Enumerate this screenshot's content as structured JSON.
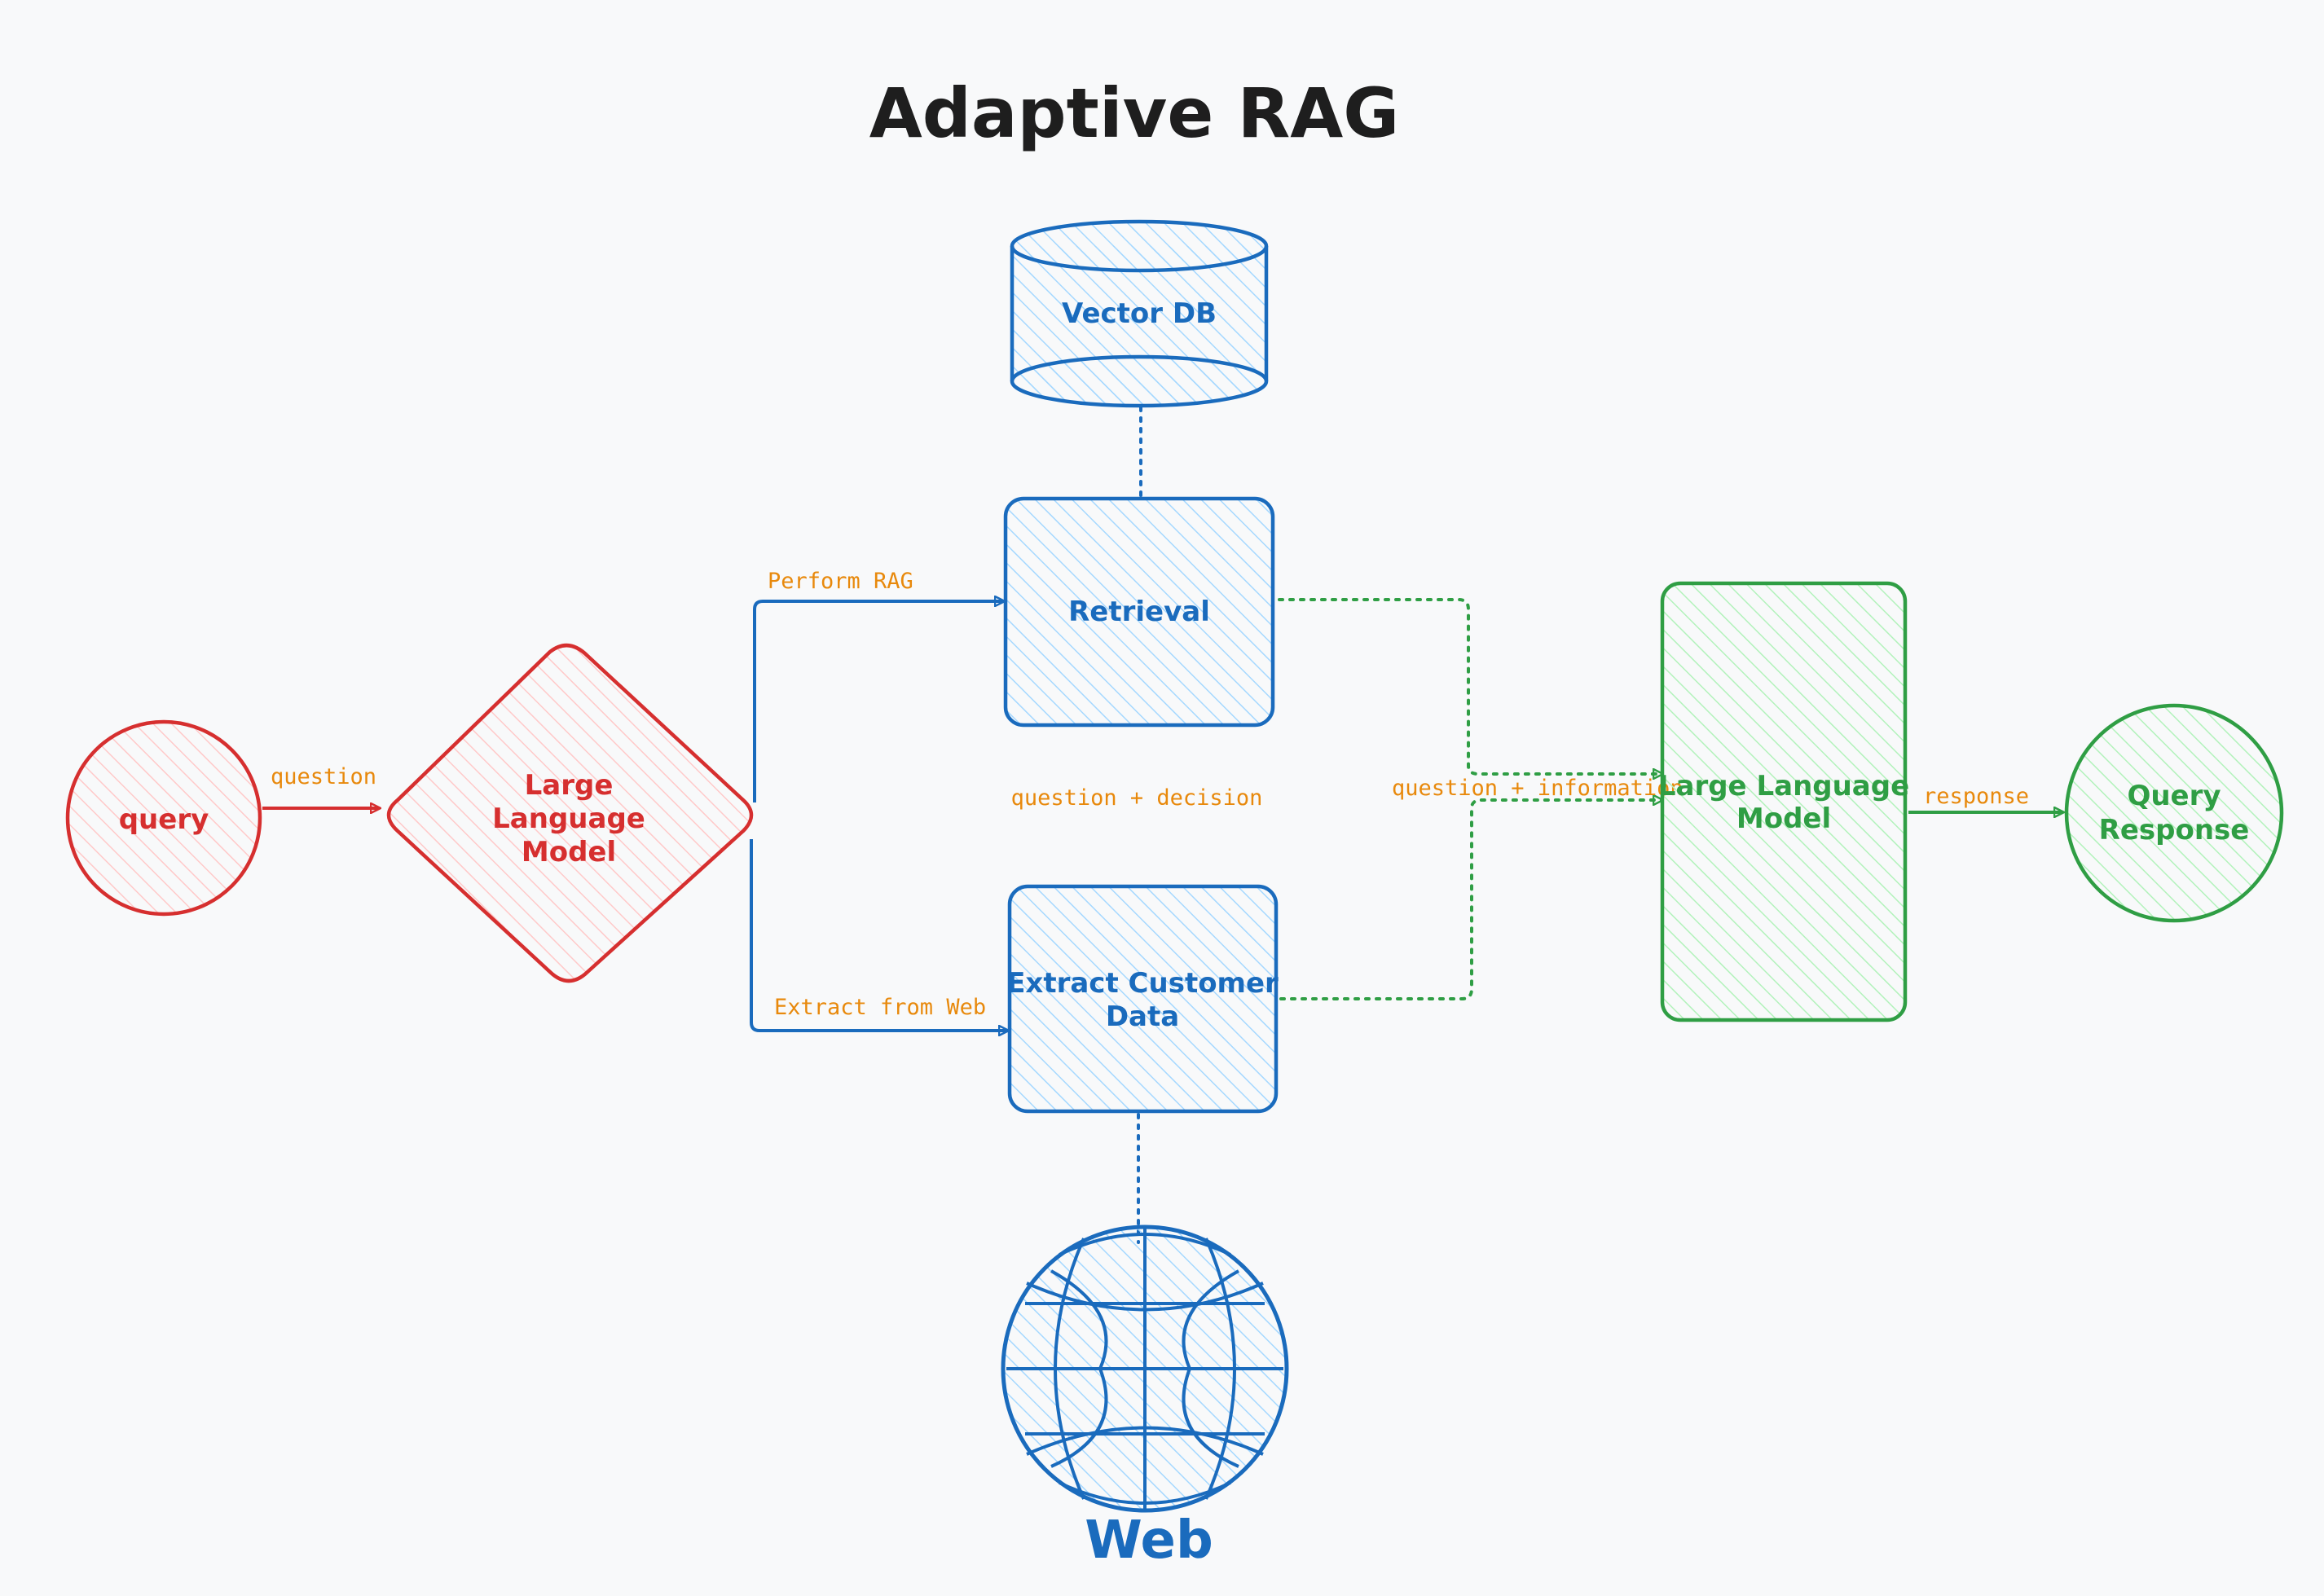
{
  "title": "Adaptive RAG",
  "colors": {
    "red": "#d62f2f",
    "red_fill": "#ffd7d7",
    "blue": "#1a6bbd",
    "blue_fill": "#a5d8ff",
    "green": "#2f9e44",
    "green_fill": "#b2f2bb",
    "orange": "#e8890c",
    "background": "#f8f9fa"
  },
  "nodes": {
    "query": {
      "label": "query",
      "shape": "circle"
    },
    "llm_router": {
      "line1": "Large",
      "line2": "Language",
      "line3": "Model",
      "shape": "diamond"
    },
    "vector_db": {
      "label": "Vector DB",
      "shape": "cylinder"
    },
    "retrieval": {
      "label": "Retrieval",
      "shape": "rectangle"
    },
    "extract": {
      "line1": "Extract Customer",
      "line2": "Data",
      "shape": "rectangle"
    },
    "web": {
      "label": "Web",
      "icon": "globe-icon"
    },
    "llm_generator": {
      "line1": "Large Language",
      "line2": "Model",
      "shape": "rectangle"
    },
    "query_response": {
      "line1": "Query",
      "line2": "Response",
      "shape": "circle"
    }
  },
  "edges": {
    "question": "question",
    "perform_rag": "Perform RAG",
    "extract_from_web": "Extract from Web",
    "question_decision": "question + decision",
    "question_information": "question + information",
    "response": "response"
  }
}
